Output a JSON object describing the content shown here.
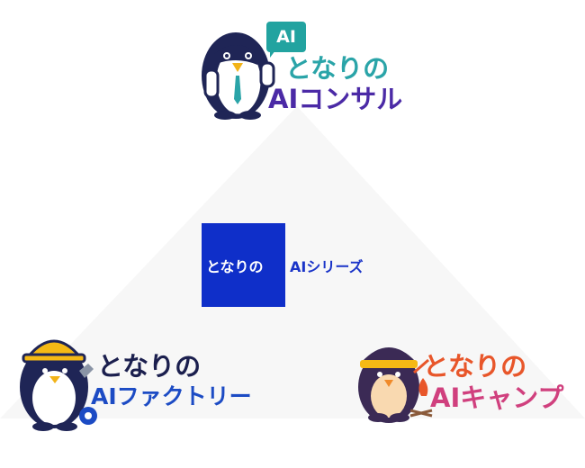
{
  "center": {
    "left_text": "となりの",
    "right_text": "AIシリーズ"
  },
  "brands": {
    "consul": {
      "bubble": "AI",
      "line1": "となりの",
      "line2": "AIコンサル",
      "color_line1": "#2aa4a8",
      "color_line2": "#4b2aa6",
      "icon": "penguin-suit-icon"
    },
    "factory": {
      "line1": "となりの",
      "line2": "AIファクトリー",
      "color_line1": "#1b1f4e",
      "color_line2": "#1c4bc4",
      "icon": "penguin-helmet-icon"
    },
    "camp": {
      "line1": "となりの",
      "line2": "AIキャンプ",
      "color_line1": "#e8562a",
      "color_line2": "#d0407e",
      "icon": "penguin-camp-icon"
    }
  },
  "colors": {
    "center_box": "#0f2fc9",
    "triangle": "#f7f7f7"
  }
}
